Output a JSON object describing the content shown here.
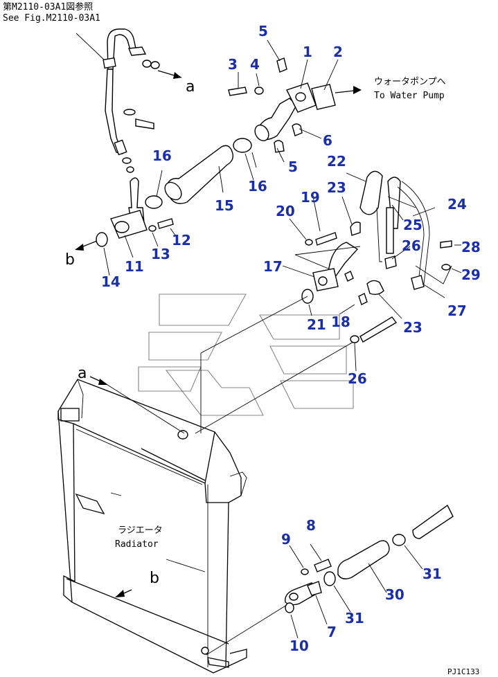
{
  "notes": {
    "ref_jp": "第M2110-03A1図参照",
    "ref_en": "See Fig.M2110-03A1",
    "water_pump_jp": "ウォータポンプへ",
    "water_pump_en": "To Water Pump",
    "radiator_jp": "ラジエータ",
    "radiator_en": "Radiator",
    "drawing_code": "PJ1C133"
  },
  "letters": {
    "a": "a",
    "b": "b"
  },
  "callouts": [
    "1",
    "2",
    "3",
    "4",
    "5",
    "5",
    "6",
    "7",
    "8",
    "9",
    "10",
    "11",
    "12",
    "13",
    "14",
    "15",
    "16",
    "16",
    "17",
    "18",
    "19",
    "20",
    "21",
    "22",
    "23",
    "23",
    "24",
    "25",
    "26",
    "26",
    "27",
    "28",
    "29",
    "30",
    "31",
    "31"
  ],
  "colors": {
    "callout": "#1a2ea8",
    "line": "#000000"
  }
}
